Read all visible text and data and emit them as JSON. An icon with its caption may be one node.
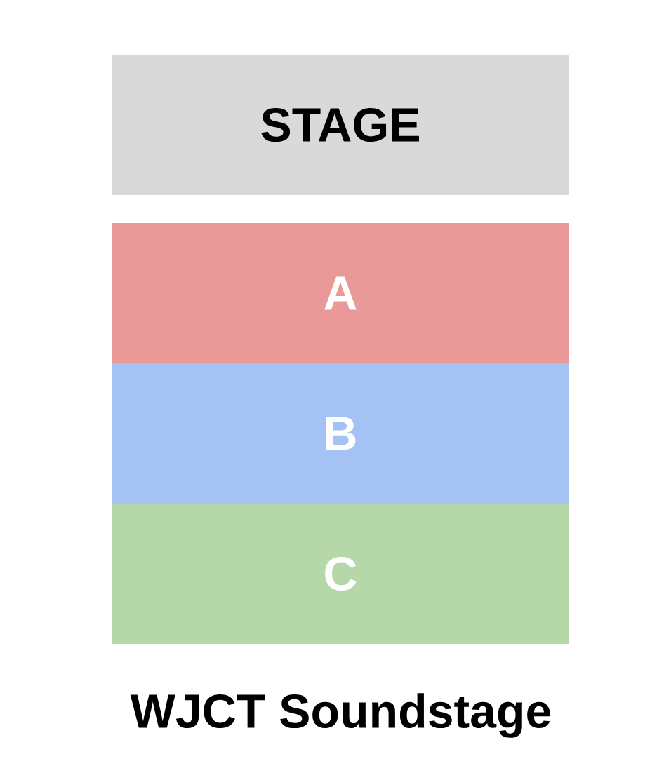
{
  "diagram": {
    "title": "WJCT Soundstage",
    "nodes": [
      {
        "text": [
          "STAGE"
        ]
      },
      {
        "text": [
          "A"
        ]
      },
      {
        "text": [
          "B"
        ]
      },
      {
        "text": [
          "C"
        ]
      }
    ]
  }
}
